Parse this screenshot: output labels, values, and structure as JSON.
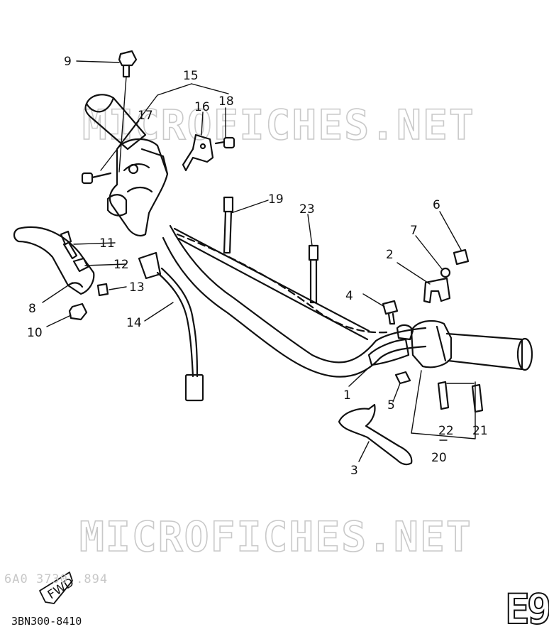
{
  "watermark": "MICROFICHES.NET",
  "callouts": [
    {
      "id": "c1",
      "text": "1"
    },
    {
      "id": "c2",
      "text": "2"
    },
    {
      "id": "c3",
      "text": "3"
    },
    {
      "id": "c4",
      "text": "4"
    },
    {
      "id": "c5",
      "text": "5"
    },
    {
      "id": "c6",
      "text": "6"
    },
    {
      "id": "c7",
      "text": "7"
    },
    {
      "id": "c8",
      "text": "8"
    },
    {
      "id": "c9",
      "text": "9"
    },
    {
      "id": "c10",
      "text": "10"
    },
    {
      "id": "c11",
      "text": "11"
    },
    {
      "id": "c12",
      "text": "12"
    },
    {
      "id": "c13",
      "text": "13"
    },
    {
      "id": "c14",
      "text": "14"
    },
    {
      "id": "c15",
      "text": "15"
    },
    {
      "id": "c16",
      "text": "16"
    },
    {
      "id": "c17",
      "text": "17"
    },
    {
      "id": "c18",
      "text": "18"
    },
    {
      "id": "c19",
      "text": "19"
    },
    {
      "id": "c20",
      "text": "20"
    },
    {
      "id": "c21",
      "text": "21"
    },
    {
      "id": "c22",
      "text": "22"
    },
    {
      "id": "c23",
      "text": "23"
    }
  ],
  "fwd_label": "FWD",
  "faded_code": "6A0  3730  .894",
  "part_code": "3BN300-8410",
  "page_code": "E9"
}
